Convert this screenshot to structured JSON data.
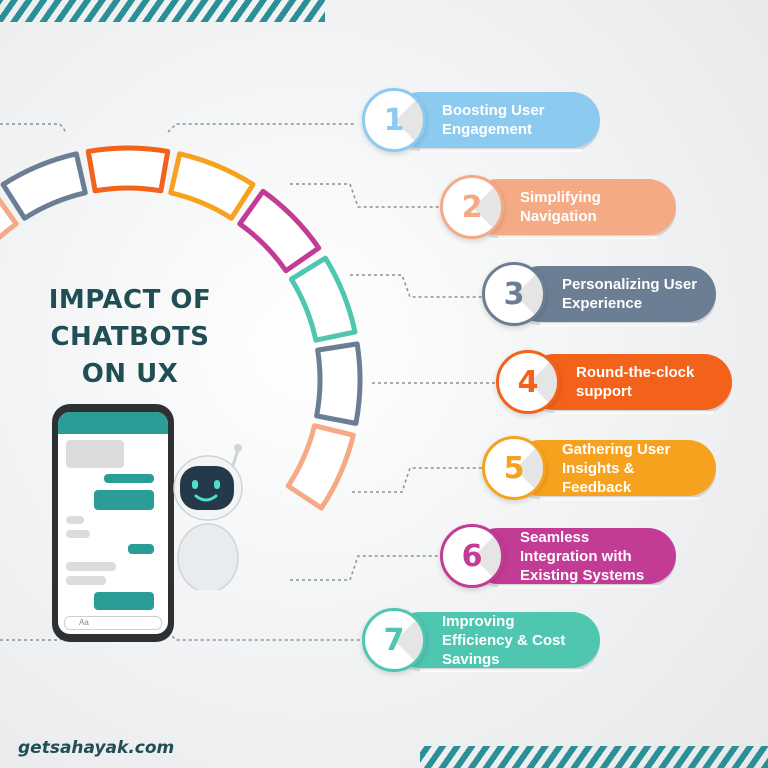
{
  "diagram": {
    "title_lines": [
      "IMPACT OF",
      "CHATBOTS",
      "ON UX"
    ],
    "footer": "getsahayak.com",
    "steps": [
      {
        "number": "1",
        "label": "Boosting User Engagement",
        "color": "#8ccaf0",
        "numColor": "#8ccaf0"
      },
      {
        "number": "2",
        "label": "Simplifying Navigation",
        "color": "#f5aa86",
        "numColor": "#f5aa86"
      },
      {
        "number": "3",
        "label": "Personalizing User Experience",
        "color": "#6b7e93",
        "numColor": "#6b7e93"
      },
      {
        "number": "4",
        "label": "Round-the-clock support",
        "color": "#f3621b",
        "numColor": "#f3621b"
      },
      {
        "number": "5",
        "label": "Gathering User Insights & Feedback",
        "color": "#f7a21e",
        "numColor": "#f7a21e"
      },
      {
        "number": "6",
        "label": "Seamless Integration with Existing Systems",
        "color": "#c23b95",
        "numColor": "#c23b95"
      },
      {
        "number": "7",
        "label": "Improving Efficiency & Cost Savings",
        "color": "#4ec6b0",
        "numColor": "#4ec6b0"
      }
    ],
    "ring_colors": [
      "#c23b95",
      "#2a8f7a",
      "#8ccaf0",
      "#f5aa86",
      "#6b7e93",
      "#f3621b",
      "#f7a21e",
      "#c23b95",
      "#4ec6b0",
      "#6b7e93",
      "#f5aa86"
    ],
    "accent": "#1f4e54"
  },
  "phone": {
    "icon": "smartphone-chat-icon",
    "input_placeholder": "Aa"
  },
  "robot": {
    "icon": "chatbot-robot-icon"
  }
}
